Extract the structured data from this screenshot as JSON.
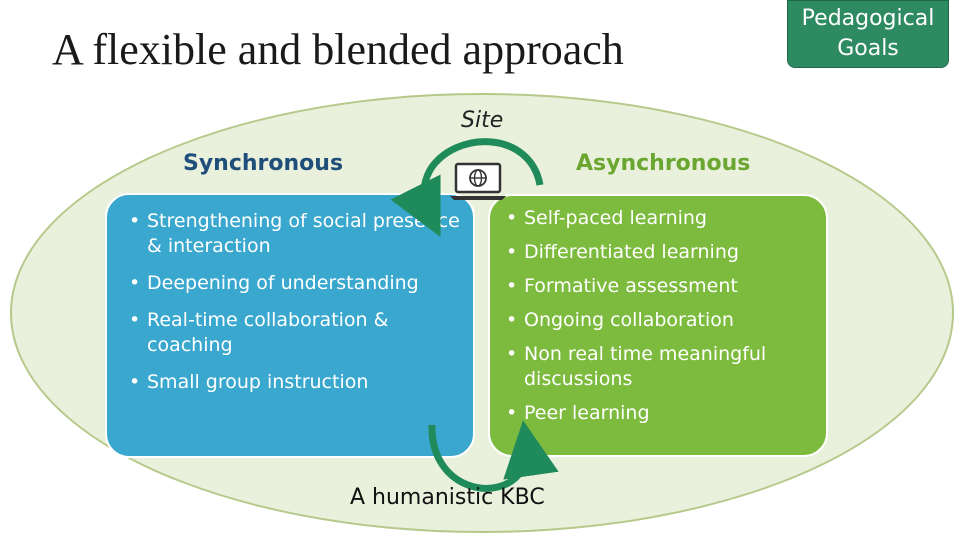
{
  "title": "A flexible and blended approach",
  "badge": {
    "line1": "Pedagogical",
    "line2": "Goals"
  },
  "site_label": "Site",
  "synchronous": {
    "label": "Synchronous",
    "items": [
      "Strengthening of social presence & interaction",
      "Deepening of understanding",
      "Real-time collaboration & coaching",
      "Small group instruction"
    ]
  },
  "asynchronous": {
    "label": "Asynchronous",
    "items": [
      "Self-paced learning",
      "Differentiated learning",
      "Formative assessment",
      "Ongoing collaboration",
      "Non real time meaningful discussions",
      "Peer learning"
    ]
  },
  "bottom_label": "A humanistic KBC",
  "icons": [
    "laptop-globe-icon",
    "cycle-arrow-top-icon",
    "cycle-arrow-bottom-icon"
  ],
  "colors": {
    "badge": "#2e8b61",
    "ellipse_fill": "#e9f0dc",
    "sync_card": "#3aa7ce",
    "async_card": "#7dbb3e",
    "sync_label": "#1f4e7a",
    "async_label": "#6aa630",
    "arrow": "#1f8a5a"
  }
}
